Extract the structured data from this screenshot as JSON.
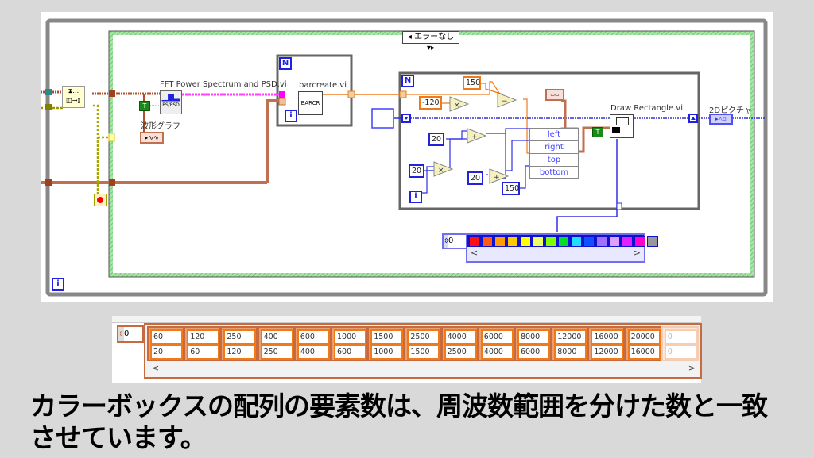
{
  "diagram": {
    "case_selector": "◂ エラーなし ▾▸",
    "while_loop": {
      "iteration_terminal": "i"
    },
    "for_loop_1": {
      "count_terminal": "N",
      "iteration_terminal": "i"
    },
    "for_loop_2": {
      "count_terminal": "N",
      "iteration_terminal": "i"
    },
    "labels": {
      "fft_vi": "FFT Power Spectrum and PSD.vi",
      "fft_icon": "PS/PSD",
      "waveform_graph": "波形グラフ",
      "barcreate_vi": "barcreate.vi",
      "barcreate_icon": "BARCR",
      "draw_rect_vi": "Draw Rectangle.vi",
      "picture_2d": "2Dピクチャ"
    },
    "constants": {
      "orange_150": "150",
      "orange_minus120": "-120",
      "blue_20_a": "20",
      "blue_20_b": "20",
      "blue_20_c": "20",
      "blue_150": "150",
      "true_const_1": "T",
      "true_const_2": "T"
    },
    "bundle_fields": [
      "left",
      "right",
      "top",
      "bottom"
    ],
    "operators": {
      "multiply": "×",
      "subtract": "−",
      "add": "+"
    },
    "wire_colors": {
      "waveform": "#b0502a",
      "spectrum": "#ff00ff",
      "cluster": "#f07a1a",
      "integer": "#2020e0",
      "boolean": "#808000",
      "error": "#c8a000"
    }
  },
  "color_array": {
    "index": "0",
    "colors": [
      "#ff1010",
      "#ff5a10",
      "#ff9c00",
      "#ffc800",
      "#ffff00",
      "#eeff66",
      "#80ff00",
      "#00dd22",
      "#22ddff",
      "#1050ff",
      "#a070ff",
      "#e0a0ff",
      "#e020ff",
      "#ff00c8",
      "#999999"
    ],
    "scroll_left": "<",
    "scroll_right": ">"
  },
  "frequency_array": {
    "index": "0",
    "upper": [
      "60",
      "120",
      "250",
      "400",
      "600",
      "1000",
      "1500",
      "2500",
      "4000",
      "6000",
      "8000",
      "12000",
      "16000",
      "20000",
      "0"
    ],
    "lower": [
      "20",
      "60",
      "120",
      "250",
      "400",
      "600",
      "1000",
      "1500",
      "2500",
      "4000",
      "6000",
      "8000",
      "12000",
      "16000",
      "0"
    ],
    "scroll_left": "<",
    "scroll_right": ">"
  },
  "caption": {
    "line1": "カラーボックスの配列の要素数は、周波数範囲を分けた数と一致",
    "line2": "させています。"
  }
}
